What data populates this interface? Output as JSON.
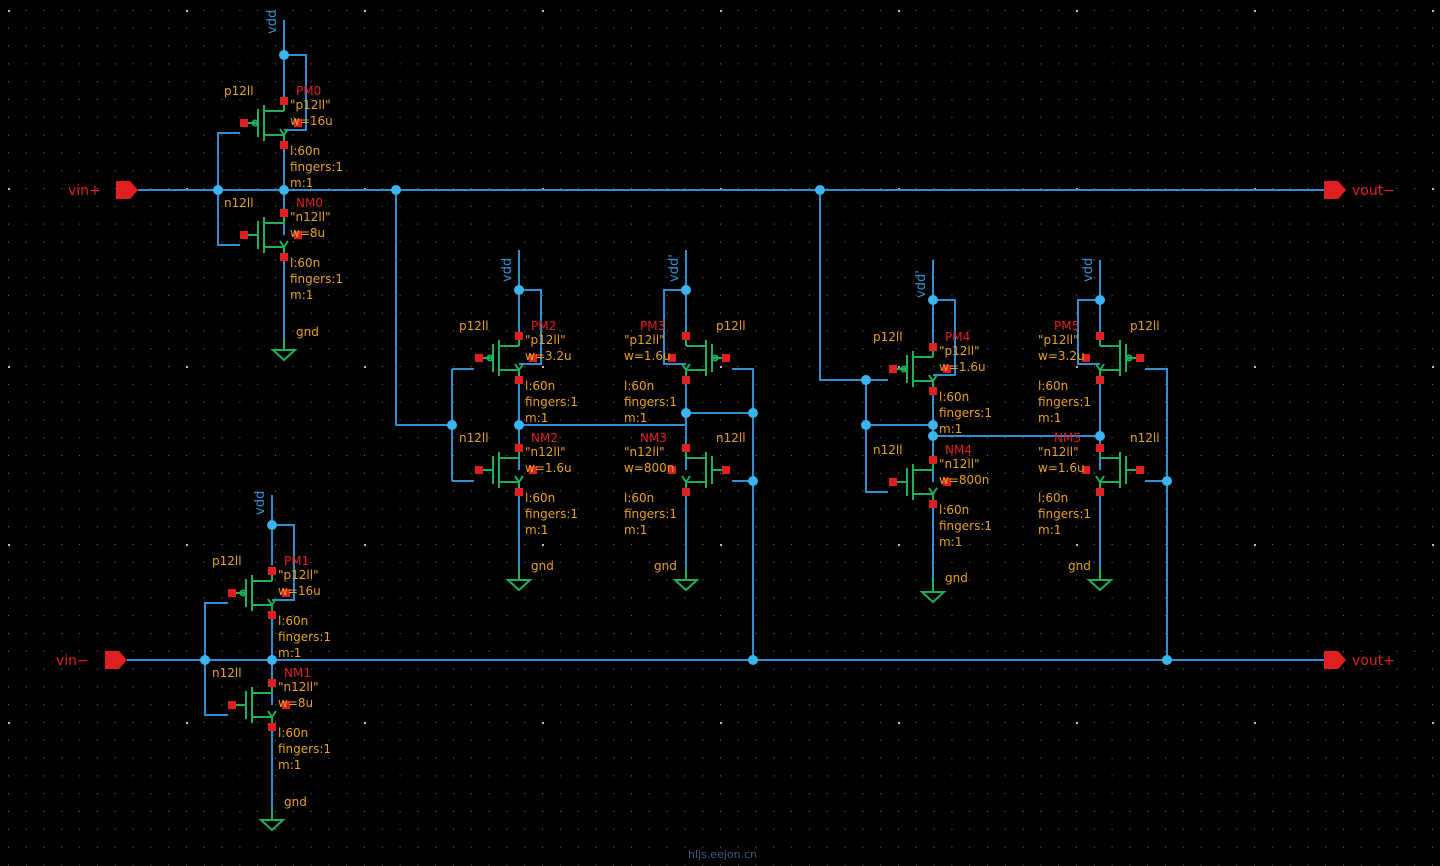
{
  "pins": {
    "vin_plus": "vin+",
    "vin_minus": "vin−",
    "vout_minus": "vout−",
    "vout_plus": "vout+"
  },
  "supply": {
    "vdd": "vdd",
    "vdd_alt": "vdd'",
    "gnd": "gnd"
  },
  "devices": [
    {
      "id": "PM0",
      "lib": "p12ll",
      "model": "\"p12ll\"",
      "w": "w=16u",
      "l": "l:60n",
      "fingers": "fingers:1",
      "m": "m:1"
    },
    {
      "id": "NM0",
      "lib": "n12ll",
      "model": "\"n12ll\"",
      "w": "w=8u",
      "l": "l:60n",
      "fingers": "fingers:1",
      "m": "m:1"
    },
    {
      "id": "PM1",
      "lib": "p12ll",
      "model": "\"p12ll\"",
      "w": "w=16u",
      "l": "l:60n",
      "fingers": "fingers:1",
      "m": "m:1"
    },
    {
      "id": "NM1",
      "lib": "n12ll",
      "model": "\"n12ll\"",
      "w": "w=8u",
      "l": "l:60n",
      "fingers": "fingers:1",
      "m": "m:1"
    },
    {
      "id": "PM2",
      "lib": "p12ll",
      "model": "\"p12ll\"",
      "w": "w=3.2u",
      "l": "l:60n",
      "fingers": "fingers:1",
      "m": "m:1"
    },
    {
      "id": "NM2",
      "lib": "n12ll",
      "model": "\"n12ll\"",
      "w": "w=1.6u",
      "l": "l:60n",
      "fingers": "fingers:1",
      "m": "m:1"
    },
    {
      "id": "PM3",
      "lib": "p12ll",
      "model": "\"p12ll\"",
      "w": "w=1.6u",
      "l": "l:60n",
      "fingers": "fingers:1",
      "m": "m:1"
    },
    {
      "id": "NM3",
      "lib": "n12ll",
      "model": "\"n12ll\"",
      "w": "w=800n",
      "l": "l:60n",
      "fingers": "fingers:1",
      "m": "m:1"
    },
    {
      "id": "PM4",
      "lib": "p12ll",
      "model": "\"p12ll\"",
      "w": "w=1.6u",
      "l": "l:60n",
      "fingers": "fingers:1",
      "m": "m:1"
    },
    {
      "id": "NM4",
      "lib": "n12ll",
      "model": "\"n12ll\"",
      "w": "w=800n",
      "l": "l:60n",
      "fingers": "fingers:1",
      "m": "m:1"
    },
    {
      "id": "PM5",
      "lib": "p12ll",
      "model": "\"p12ll\"",
      "w": "w=3.2u",
      "l": "l:60n",
      "fingers": "fingers:1",
      "m": "m:1"
    },
    {
      "id": "NM5",
      "lib": "n12ll",
      "model": "\"n12ll\"",
      "w": "w=1.6u",
      "l": "l:60n",
      "fingers": "fingers:1",
      "m": "m:1"
    }
  ],
  "watermark": "hljs.eejon.cn",
  "colors": {
    "wire": "#2f8fd0",
    "device": "#1fb05a",
    "pin": "#e02020",
    "param": "#e8a020",
    "node": "#3cb4f0",
    "terminal": "#e02020"
  }
}
